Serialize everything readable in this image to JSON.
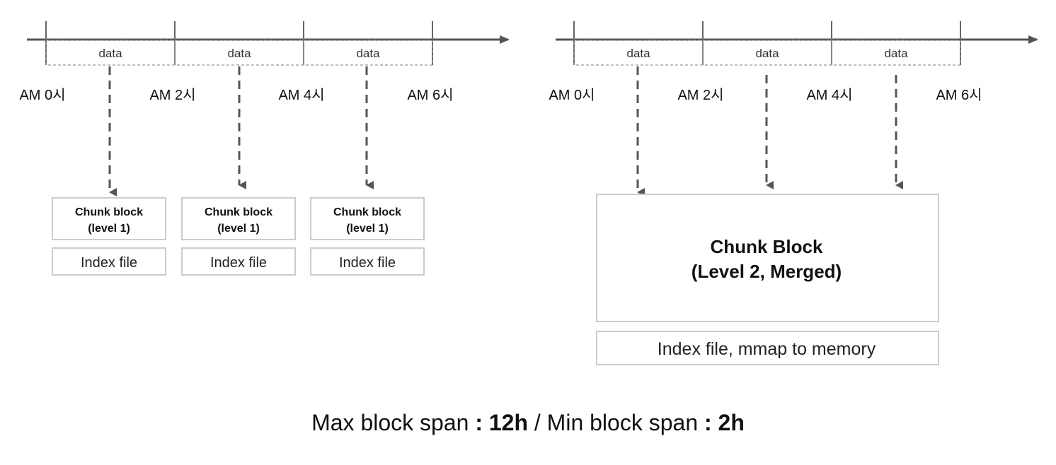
{
  "left": {
    "segment_label": "data",
    "ticks": [
      "AM 0시",
      "AM 2시",
      "AM 4시",
      "AM 6시"
    ],
    "blocks": [
      {
        "title_line1": "Chunk block",
        "title_line2": "(level 1)",
        "index": "Index file"
      },
      {
        "title_line1": "Chunk block",
        "title_line2": "(level 1)",
        "index": "Index file"
      },
      {
        "title_line1": "Chunk block",
        "title_line2": "(level 1)",
        "index": "Index file"
      }
    ]
  },
  "right": {
    "segment_label": "data",
    "ticks": [
      "AM 0시",
      "AM 2시",
      "AM 4시",
      "AM 6시"
    ],
    "block": {
      "title_line1": "Chunk Block",
      "title_line2": "(Level 2, Merged)"
    },
    "index": "Index file, mmap to memory"
  },
  "caption": {
    "max_label": "Max block span",
    "sep1": ":",
    "max_value": "12h",
    "slash": "/",
    "min_label": "Min block span",
    "sep2": ":",
    "min_value": "2h"
  },
  "colors": {
    "axis": "#555555",
    "box_border": "#cccccc",
    "dashed": "#555555"
  }
}
